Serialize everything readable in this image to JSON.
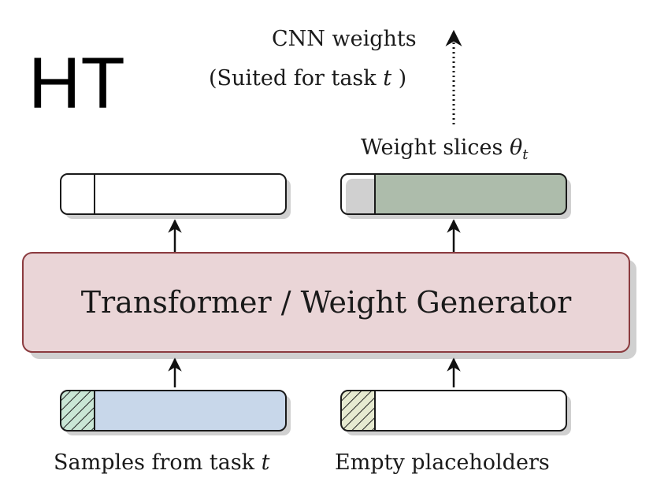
{
  "badge": "HT",
  "output": {
    "line1": "CNN weights",
    "line2_prefix": "(Suited for task ",
    "line2_var": "t",
    "line2_suffix": " )"
  },
  "slices_label": {
    "text": "Weight slices ",
    "symbol": "θ",
    "subscript": "t"
  },
  "generator": {
    "label": "Transformer / Weight Generator"
  },
  "inputs": {
    "left_label_prefix": "Samples from task ",
    "left_label_var": "t",
    "right_label": "Empty placeholders"
  },
  "colors": {
    "generator_fill": "#ead5d7",
    "generator_stroke": "#8b3b3f",
    "weights_fill": "#adbcab",
    "samples_fill": "#c8d7ea",
    "samples_hatch_bg": "#c9e6d5",
    "placeholder_hatch_bg": "#e6ead0",
    "shadow": "#d0d0d0",
    "stroke": "#1a1a1a"
  }
}
